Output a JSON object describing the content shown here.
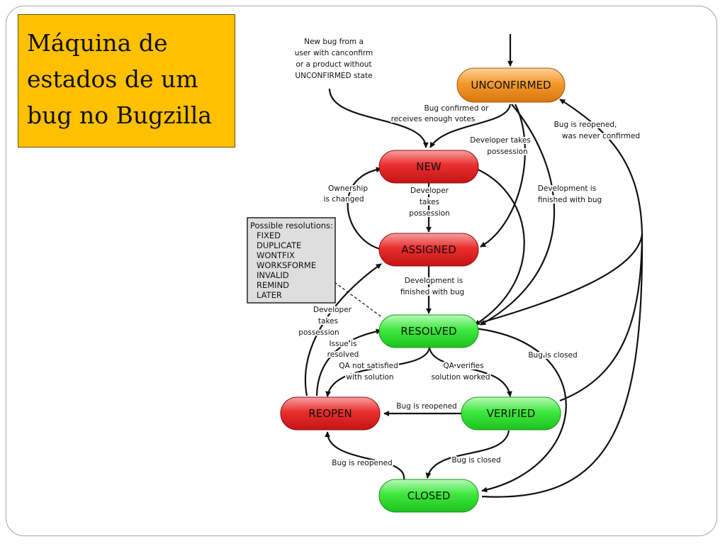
{
  "slide": {
    "title_lines": [
      "Máquina de",
      "estados de um",
      "bug no Bugzilla"
    ]
  },
  "diagram": {
    "states": {
      "unconfirmed": "UNCONFIRMED",
      "new": "NEW",
      "assigned": "ASSIGNED",
      "resolved": "RESOLVED",
      "verified": "VERIFIED",
      "reopen": "REOPEN",
      "closed": "CLOSED"
    },
    "colors": {
      "unconfirmed": "#f39a2e",
      "open": "#ea2e2e",
      "done": "#3ee83e"
    },
    "resolutions": {
      "heading": "Possible resolutions:",
      "items": [
        "FIXED",
        "DUPLICATE",
        "WONTFIX",
        "WORKSFORME",
        "INVALID",
        "REMIND",
        "LATER"
      ]
    },
    "labels": {
      "new_bug_source": [
        "New bug from a",
        "user with canconfirm",
        "or a product without",
        "UNCONFIRMED state"
      ],
      "bug_confirmed": [
        "Bug confirmed or",
        "receives enough votes"
      ],
      "dev_takes_possession_top": [
        "Developer takes",
        "possession"
      ],
      "bug_reopened_never_confirmed": [
        "Bug is reopened,",
        "was never confirmed"
      ],
      "ownership_changed": [
        "Ownership",
        "is changed"
      ],
      "dev_takes_possession_mid": [
        "Developer",
        "takes",
        "possession"
      ],
      "dev_finished_right": [
        "Development is",
        "finished with bug"
      ],
      "dev_finished_mid": [
        "Development is",
        "finished with bug"
      ],
      "dev_takes_possession_left": [
        "Developer",
        "takes",
        "possession"
      ],
      "issue_resolved": [
        "Issue is",
        "resolved"
      ],
      "qa_not_satisfied": [
        "QA not satisfied",
        "with solution"
      ],
      "qa_verifies": [
        "QA verifies",
        "solution worked"
      ],
      "bug_closed_right": "Bug is closed",
      "bug_reopened_verified": "Bug is reopened",
      "bug_closed_verified": "Bug is closed",
      "bug_reopened_closed": "Bug is reopened"
    }
  }
}
